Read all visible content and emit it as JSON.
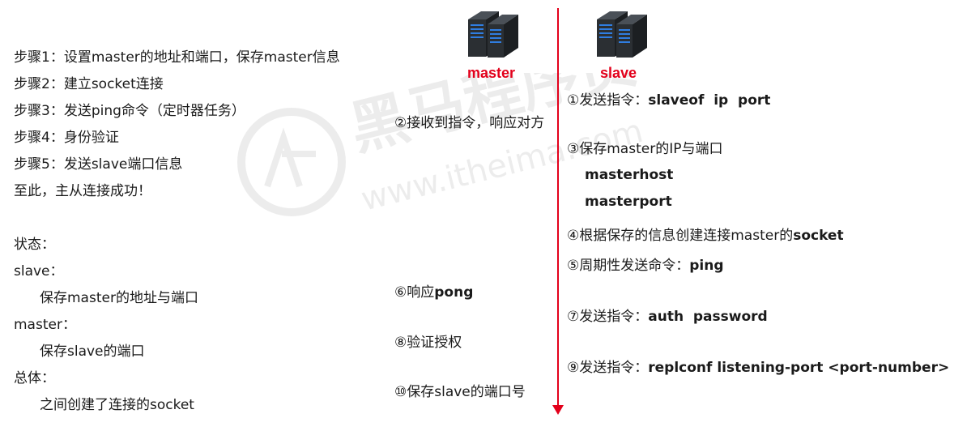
{
  "left_notes": [
    "步骤1：设置master的地址和端口，保存master信息",
    "步骤2：建立socket连接",
    "步骤3：发送ping命令（定时器任务）",
    "步骤4：身份验证",
    "步骤5：发送slave端口信息",
    "至此，主从连接成功！",
    "状态：",
    "slave：",
    "保存master的地址与端口",
    "master：",
    "保存slave的端口",
    "总体：",
    "之间创建了连接的socket"
  ],
  "roles": {
    "master": "master",
    "slave": "slave"
  },
  "master_steps": {
    "s2": "②接收到指令，响应对方",
    "s6_prefix": "⑥响应",
    "s6_bold": "pong",
    "s8": "⑧验证授权",
    "s10": "⑩保存slave的端口号"
  },
  "slave_steps": {
    "s1_prefix": "①发送指令：",
    "s1_bold": "slaveof  ip  port",
    "s3": "③保存master的IP与端口",
    "s3_sub1": "masterhost",
    "s3_sub2": "masterport",
    "s4_prefix": "④根据保存的信息创建连接master的",
    "s4_bold": "socket",
    "s5_prefix": "⑤周期性发送命令：",
    "s5_bold": "ping",
    "s7_prefix": "⑦发送指令：",
    "s7_bold": "auth  password",
    "s9_prefix": "⑨发送指令：",
    "s9_bold": "replconf listening-port <port-number>"
  },
  "watermark": {
    "brand": "黑马程序员",
    "url": "www.itheima.com"
  },
  "colors": {
    "accent": "#e3001b",
    "server_body": "#2b2f33",
    "server_light": "#2f7de1"
  },
  "icons": {
    "server": "server-icon",
    "logo": "itheima-logo-icon"
  }
}
